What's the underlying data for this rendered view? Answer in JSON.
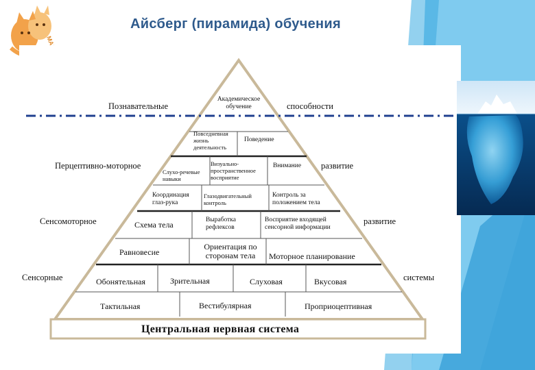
{
  "slide": {
    "title": "Айсберг (пирамида) обучения"
  },
  "logo": {
    "text": "МАГКАЯ ШКОЛА"
  },
  "left_labels": {
    "cognitive": "Познавательные",
    "perceptual_motor": "Перцептивно-моторное",
    "sensorimotor": "Сенсомоторное",
    "sensory": "Сенсорные"
  },
  "right_labels": {
    "abilities": "способности",
    "development_1": "развитие",
    "development_2": "развитие",
    "systems": "системы"
  },
  "levels": {
    "level1": {
      "academic": "Академическое обучение"
    },
    "level2": {
      "daily_life": "Повседневная жизнь деятельность",
      "behavior": "Поведение"
    },
    "level3": {
      "auditory_speech": "Слухо-речевые навыки",
      "visual_spatial": "Визуально-пространственное восприятие",
      "attention": "Внимание"
    },
    "level4": {
      "hand_eye": "Координация глаз-рука",
      "eye_control": "Глазодвигательный контроль",
      "body_control": "Контроль за положением тела"
    },
    "level5": {
      "body_scheme": "Схема тела",
      "reflexes": "Выработка рефлексов",
      "sensory_input": "Восприятие входящей сенсорной информации"
    },
    "level6": {
      "balance": "Равновесие",
      "orientation": "Ориентация по сторонам тела",
      "motor_planning": "Моторное планирование"
    },
    "level7": {
      "olfactory": "Обонятельная",
      "visual": "Зрительная",
      "auditory": "Слуховая",
      "gustatory": "Вкусовая"
    },
    "level8": {
      "tactile": "Тактильная",
      "vestibular": "Вестибулярная",
      "proprioceptive": "Проприоцептивная"
    }
  },
  "base": {
    "label": "Центральная нервная система"
  },
  "colors": {
    "title": "#2e5a8c",
    "pyramid_stroke": "#c9b99a",
    "dash_line": "#1f3f8f",
    "bg_blue": "#5ab8e6"
  }
}
